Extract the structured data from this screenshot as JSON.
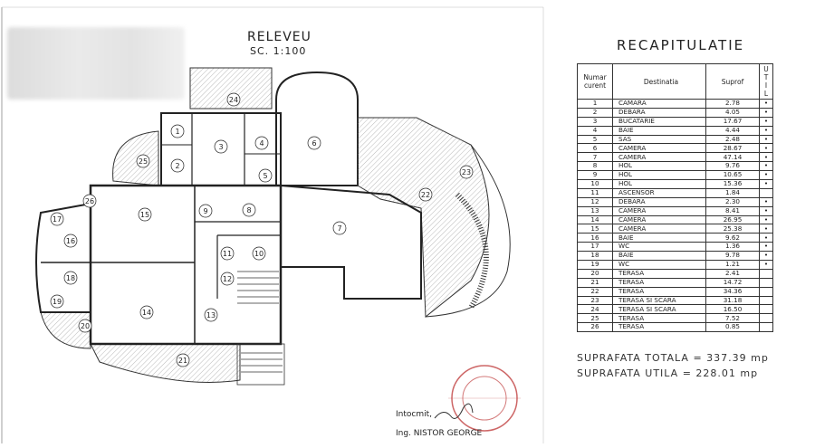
{
  "plan": {
    "title": "RELEVEU",
    "scale": "SC. 1:100",
    "author_label": "Intocmit,",
    "author_name": "Ing. NISTOR GEORGE",
    "room_numbers": [
      "1",
      "2",
      "3",
      "4",
      "5",
      "6",
      "7",
      "8",
      "9",
      "10",
      "11",
      "12",
      "13",
      "14",
      "15",
      "16",
      "17",
      "18",
      "19",
      "20",
      "21",
      "22",
      "23",
      "24",
      "25",
      "26"
    ]
  },
  "recap": {
    "title": "RECAPITULATIE",
    "headers": {
      "nr": "Numar curent",
      "dest": "Destinatia",
      "sup": "Suprof",
      "ut": "UTIL"
    },
    "rows": [
      {
        "nr": "1",
        "dest": "CAMARA",
        "sup": "2.78",
        "ut": "•"
      },
      {
        "nr": "2",
        "dest": "DEBARA",
        "sup": "4.05",
        "ut": "•"
      },
      {
        "nr": "3",
        "dest": "BUCATARIE",
        "sup": "17.67",
        "ut": "•"
      },
      {
        "nr": "4",
        "dest": "BAIE",
        "sup": "4.44",
        "ut": "•"
      },
      {
        "nr": "5",
        "dest": "SAS",
        "sup": "2.48",
        "ut": "•"
      },
      {
        "nr": "6",
        "dest": "CAMERA",
        "sup": "28.67",
        "ut": "•"
      },
      {
        "nr": "7",
        "dest": "CAMERA",
        "sup": "47.14",
        "ut": "•"
      },
      {
        "nr": "8",
        "dest": "HOL",
        "sup": "9.76",
        "ut": "•"
      },
      {
        "nr": "9",
        "dest": "HOL",
        "sup": "10.65",
        "ut": "•"
      },
      {
        "nr": "10",
        "dest": "HOL",
        "sup": "15.36",
        "ut": "•"
      },
      {
        "nr": "11",
        "dest": "ASCENSOR",
        "sup": "1.84",
        "ut": ""
      },
      {
        "nr": "12",
        "dest": "DEBARA",
        "sup": "2.30",
        "ut": "•"
      },
      {
        "nr": "13",
        "dest": "CAMERA",
        "sup": "8.41",
        "ut": "•"
      },
      {
        "nr": "14",
        "dest": "CAMERA",
        "sup": "26.95",
        "ut": "•"
      },
      {
        "nr": "15",
        "dest": "CAMERA",
        "sup": "25.38",
        "ut": "•"
      },
      {
        "nr": "16",
        "dest": "BAIE",
        "sup": "9.62",
        "ut": "•"
      },
      {
        "nr": "17",
        "dest": "WC",
        "sup": "1.36",
        "ut": "•"
      },
      {
        "nr": "18",
        "dest": "BAIE",
        "sup": "9.78",
        "ut": "•"
      },
      {
        "nr": "19",
        "dest": "WC",
        "sup": "1.21",
        "ut": "•"
      },
      {
        "nr": "20",
        "dest": "TERASA",
        "sup": "2.41",
        "ut": ""
      },
      {
        "nr": "21",
        "dest": "TERASA",
        "sup": "14.72",
        "ut": ""
      },
      {
        "nr": "22",
        "dest": "TERASA",
        "sup": "34.36",
        "ut": ""
      },
      {
        "nr": "23",
        "dest": "TERASA  SI  SCARA",
        "sup": "31.18",
        "ut": ""
      },
      {
        "nr": "24",
        "dest": "TERASA  SI  SCARA",
        "sup": "16.50",
        "ut": ""
      },
      {
        "nr": "25",
        "dest": "TERASA",
        "sup": "7.52",
        "ut": ""
      },
      {
        "nr": "26",
        "dest": "TERASA",
        "sup": "0.85",
        "ut": ""
      }
    ],
    "total_label": "SUPRAFATA  TOTALA",
    "total_value": "=  337.39  mp",
    "util_label": "SUPRAFATA   UTILA",
    "util_value": "=  228.01  mp"
  },
  "colors": {
    "ink": "#222222",
    "hatch": "#9a9a9a",
    "stamp": "#c04040"
  }
}
